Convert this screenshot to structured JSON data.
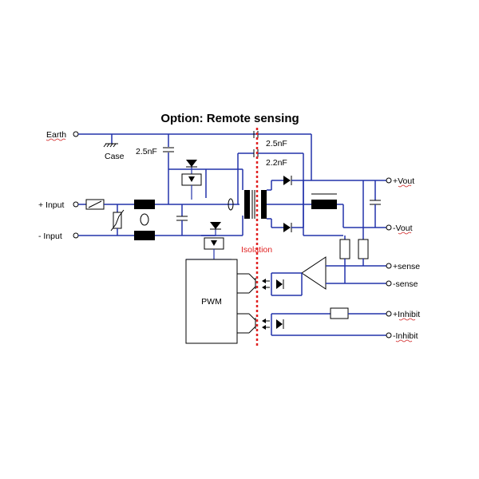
{
  "diagram": {
    "title": "Option: Remote sensing",
    "labels": {
      "earth": "Earth",
      "case": "Case",
      "cap_input": "2.5nF",
      "cap_iso_1": "2.5nF",
      "cap_iso_2": "2.2nF",
      "input_pos": "+ Input",
      "input_neg": "- Input",
      "isolation": "Isolation",
      "pwm": "PWM",
      "vout_pos": "+Vout",
      "vout_neg": "-Vout",
      "sense_pos": "+sense",
      "sense_neg": "-sense",
      "inhibit_pos": "+Inhibit",
      "inhibit_neg": "-Inhibit"
    },
    "colors": {
      "wire": "#2233aa",
      "isolation": "#e02020",
      "component": "#000000"
    }
  }
}
